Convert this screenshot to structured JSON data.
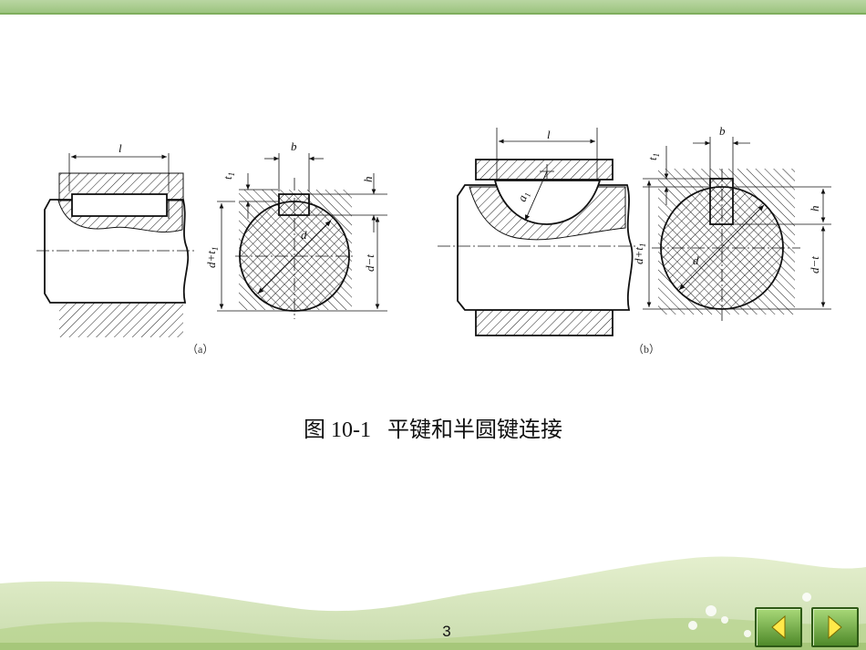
{
  "caption": {
    "figure_number": "图 10-1",
    "title": "平键和半圆键连接"
  },
  "subfig_a": {
    "label": "（a）",
    "dim_l": "l",
    "dim_b": "b",
    "dim_t1": "t",
    "dim_t1_sub": "1",
    "dim_h": "h",
    "dim_d": "d",
    "dim_d_plus_t1": "d+t",
    "dim_d_plus_t1_sub": "1",
    "dim_d_minus_t": "d−t"
  },
  "subfig_b": {
    "label": "（b）",
    "dim_l": "l",
    "dim_b": "b",
    "dim_t1": "t",
    "dim_t1_sub": "1",
    "dim_h": "h",
    "dim_d": "d",
    "dim_a": "a",
    "dim_a_sub": "1",
    "dim_d_plus_t1": "d+t",
    "dim_d_plus_t1_sub": "1",
    "dim_d_minus_t": "d−t"
  },
  "page_number": "3",
  "nav": {
    "prev_icon": "left-triangle-icon",
    "next_icon": "right-triangle-icon"
  },
  "colors": {
    "top_bar": "#9cc47f",
    "nav_button": "#5f9a36"
  }
}
